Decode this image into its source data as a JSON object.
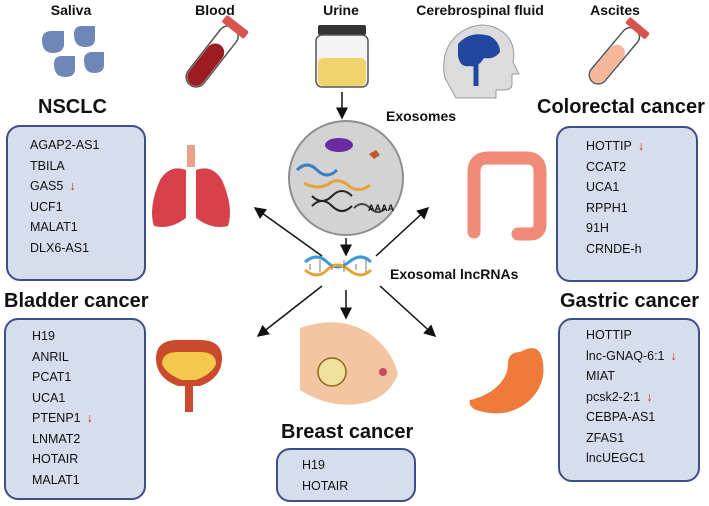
{
  "sources": [
    {
      "label": "Saliva",
      "icon": "saliva-drops-icon"
    },
    {
      "label": "Blood",
      "icon": "blood-tube-icon"
    },
    {
      "label": "Urine",
      "icon": "urine-jar-icon"
    },
    {
      "label": "Cerebrospinal fluid",
      "icon": "brain-head-icon"
    },
    {
      "label": "Ascites",
      "icon": "ascites-tube-icon"
    }
  ],
  "center": {
    "exosomes_label": "Exosomes",
    "lncrna_label": "Exosomal lncRNAs",
    "polyA_text": "AAAA"
  },
  "cancers": {
    "nsclc": {
      "title": "NSCLC",
      "organ_icon": "lungs-icon",
      "items": [
        {
          "name": "AGAP2-AS1",
          "down": false
        },
        {
          "name": "TBILA",
          "down": false
        },
        {
          "name": "GAS5",
          "down": true
        },
        {
          "name": "UCF1",
          "down": false
        },
        {
          "name": "MALAT1",
          "down": false
        },
        {
          "name": "DLX6-AS1",
          "down": false
        }
      ]
    },
    "colorectal": {
      "title": "Colorectal cancer",
      "organ_icon": "colon-icon",
      "items": [
        {
          "name": "HOTTIP",
          "down": true
        },
        {
          "name": "CCAT2",
          "down": false
        },
        {
          "name": "UCA1",
          "down": false
        },
        {
          "name": "RPPH1",
          "down": false
        },
        {
          "name": "91H",
          "down": false
        },
        {
          "name": "CRNDE-h",
          "down": false
        }
      ]
    },
    "bladder": {
      "title": "Bladder cancer",
      "organ_icon": "bladder-icon",
      "items": [
        {
          "name": "H19",
          "down": false
        },
        {
          "name": "ANRIL",
          "down": false
        },
        {
          "name": "PCAT1",
          "down": false
        },
        {
          "name": "UCA1",
          "down": false
        },
        {
          "name": "PTENP1",
          "down": true
        },
        {
          "name": "LNMAT2",
          "down": false
        },
        {
          "name": "HOTAIR",
          "down": false
        },
        {
          "name": "MALAT1",
          "down": false
        }
      ]
    },
    "gastric": {
      "title": "Gastric cancer",
      "organ_icon": "stomach-icon",
      "items": [
        {
          "name": "HOTTIP",
          "down": false
        },
        {
          "name": "lnc-GNAQ-6:1",
          "down": true
        },
        {
          "name": "MIAT",
          "down": false
        },
        {
          "name": "pcsk2-2:1",
          "down": true
        },
        {
          "name": "CEBPA-AS1",
          "down": false
        },
        {
          "name": "ZFAS1",
          "down": false
        },
        {
          "name": "lncUEGC1",
          "down": false
        }
      ]
    },
    "breast": {
      "title": "Breast cancer",
      "organ_icon": "breast-icon",
      "items": [
        {
          "name": "H19",
          "down": false
        },
        {
          "name": "HOTAIR",
          "down": false
        }
      ]
    }
  },
  "down_arrow": "↓",
  "colors": {
    "box_fill": "#d6ddec",
    "box_border": "#3f4e86",
    "down_arrow": "#e02020",
    "saliva": "#6f86b9",
    "blood": "#9c1c22",
    "urine": "#f1d36b",
    "brain": "#2148a0",
    "ascites": "#f4b79a",
    "organ": "#e9715e"
  }
}
